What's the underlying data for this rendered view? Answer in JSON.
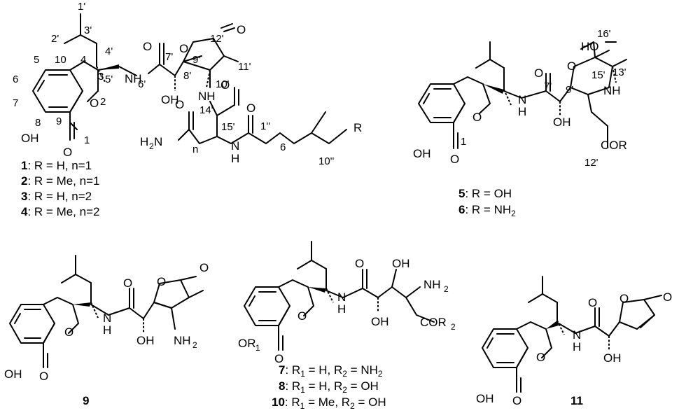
{
  "compounds": {
    "c1": {
      "number": "1",
      "text": ": R = H, n=1"
    },
    "c2": {
      "number": "2",
      "text": ": R = Me, n=1"
    },
    "c3": {
      "number": "3",
      "text": ": R = H, n=2"
    },
    "c4": {
      "number": "4",
      "text": ": R = Me, n=2"
    },
    "c5": {
      "number": "5",
      "text": ": R = OH"
    },
    "c6": {
      "number": "6",
      "text": ": R = NH",
      "sub": "2"
    },
    "c7": {
      "number": "7",
      "text": ":   R",
      "r1": "1",
      "mid": " = H,  R",
      "r2": "2",
      "end": " = NH",
      "sub": "2"
    },
    "c8": {
      "number": "8",
      "text": ":   R",
      "r1": "1",
      "mid": " = H,  R",
      "r2": "2",
      "end": " = OH"
    },
    "c9": {
      "number": "9"
    },
    "c10": {
      "number": "10",
      "text": ": R",
      "r1": "1",
      "mid": " = Me, R",
      "r2": "2",
      "end": " = OH"
    },
    "c11": {
      "number": "11"
    }
  },
  "atoms": {
    "oh": "OH",
    "o": "O",
    "nh": "NH",
    "n": "N",
    "h": "H",
    "r": "R",
    "cor": "COR",
    "ho": "HO",
    "nh2": "NH",
    "two": "2",
    "h2n": "H",
    "two_n": "N",
    "n_small": "n",
    "six": "6",
    "or1": "OR",
    "cor2": "COR"
  },
  "numbering": {
    "l1p": "1'",
    "l2p": "2'",
    "l3p": "3'",
    "l4p": "4'",
    "l5p": "5'",
    "l6p": "6'",
    "l7p": "7'",
    "l8p": "8'",
    "l9p": "9'",
    "l10p": "10'",
    "l11p": "11'",
    "l12p": "12'",
    "l13p": "13'",
    "l14p": "14'",
    "l15p": "15'",
    "l16p": "16'",
    "l1": "1",
    "l2": "2",
    "l3": "3",
    "l4": "4",
    "l5": "5",
    "l6": "6",
    "l7": "7",
    "l8": "8",
    "l9": "9",
    "l10": "10",
    "l1pp": "1''",
    "l10pp": "10''"
  }
}
